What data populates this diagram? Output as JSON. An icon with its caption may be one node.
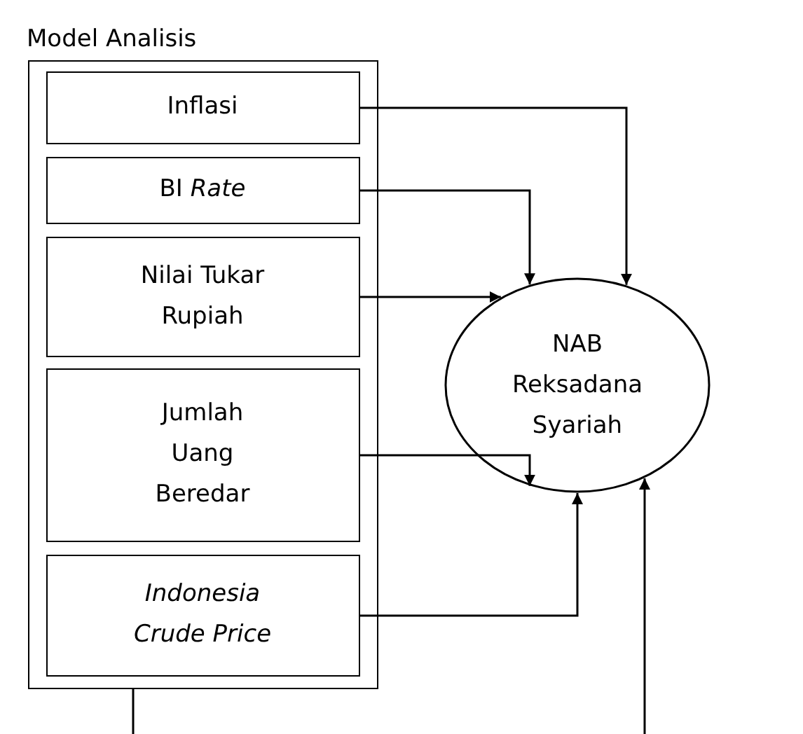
{
  "diagram": {
    "nodes": [
      {
        "text": [
          "Model Analisis"
        ]
      },
      {
        "text": [
          "Inflasi"
        ],
        "in": 0
      },
      {
        "text": [
          "BI *Rate*"
        ],
        "in": 0
      },
      {
        "text": [
          "Nilai Tukar Rupiah"
        ],
        "in": 0
      },
      {
        "text": [
          "Jumlah Uang Beredar"
        ],
        "in": 0
      },
      {
        "text": [
          "Indonesia Crude Price"
        ],
        "in": 0
      },
      {
        "text": [
          "NAB Reksadana Syariah"
        ]
      }
    ],
    "edges": [
      {
        "from": 1,
        "to": 6,
        "arrow": "to"
      },
      {
        "from": 2,
        "to": 6,
        "arrow": "to"
      },
      {
        "from": 3,
        "to": 6,
        "arrow": "to"
      },
      {
        "from": 4,
        "to": 6,
        "arrow": "to"
      },
      {
        "from": 5,
        "to": 6,
        "arrow": "to"
      },
      {
        "from": 0,
        "to": null,
        "arrow": "none"
      },
      {
        "from": null,
        "to": 6,
        "arrow": "to"
      }
    ]
  }
}
